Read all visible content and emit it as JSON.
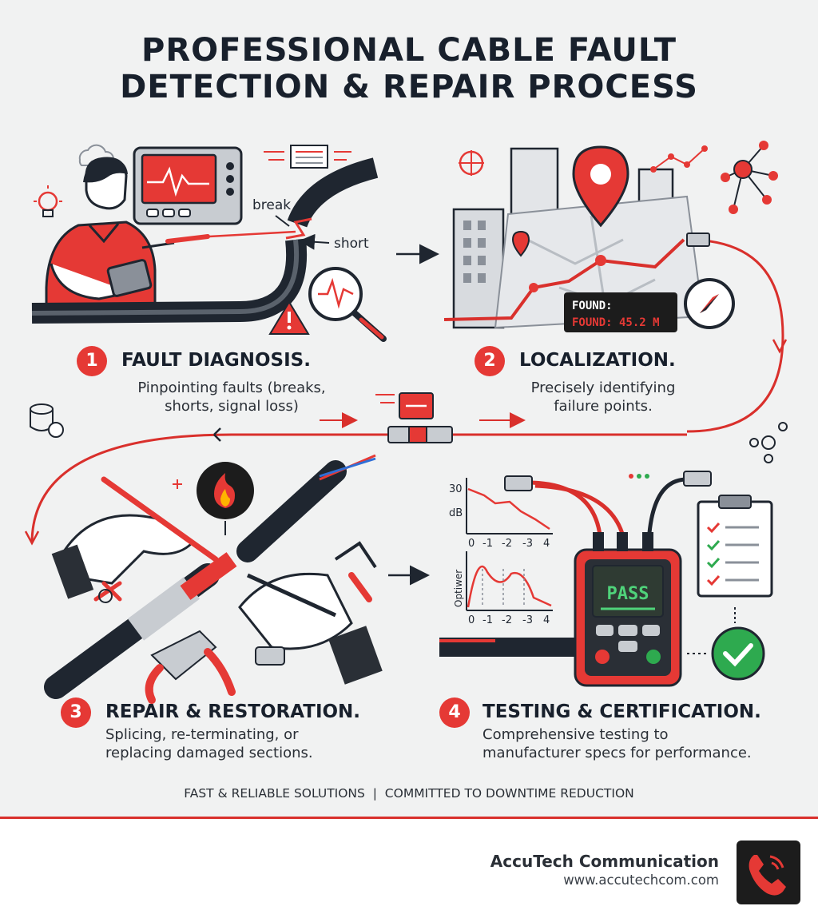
{
  "title": {
    "line1": "PROFESSIONAL CABLE FAULT",
    "line2": "DETECTION & REPAIR PROCESS"
  },
  "callouts": {
    "break": "break",
    "short": "short"
  },
  "localization_screen": {
    "line1": "FOUND:",
    "line2": "FOUND: 45.2 M"
  },
  "test_screen": "PASS",
  "graph_top": {
    "tick_top": "30",
    "unit": "dB",
    "ticks": [
      "0",
      "-1",
      "-2",
      "-3",
      "4"
    ]
  },
  "graph_bottom": {
    "unit": "Optiwer",
    "ticks": [
      "0",
      "-1",
      "-2",
      "-3",
      "4"
    ]
  },
  "steps": [
    {
      "number": "1",
      "title": "FAULT DIAGNOSIS.",
      "desc_line1": "Pinpointing faults (breaks,",
      "desc_line2": "shorts, signal loss)"
    },
    {
      "number": "2",
      "title": "LOCALIZATION.",
      "desc_line1": "Precisely identifying",
      "desc_line2": "failure points."
    },
    {
      "number": "3",
      "title": "REPAIR & RESTORATION.",
      "desc_line1": "Splicing, re-terminating, or",
      "desc_line2": "replacing damaged sections."
    },
    {
      "number": "4",
      "title": "TESTING & CERTIFICATION.",
      "desc_line1": "Comprehensive testing to",
      "desc_line2": "manufacturer specs for performance."
    }
  ],
  "tagline": "FAST & RELIABLE SOLUTIONS  |  COMMITTED TO DOWNTIME REDUCTION",
  "footer": {
    "company": "AccuTech Communication",
    "url": "www.accutechcom.com"
  },
  "colors": {
    "accent": "#e53935",
    "dark": "#18202c",
    "pass_green": "#2eaa4f"
  },
  "icons": [
    "phone-icon",
    "warning-icon",
    "magnifier-icon",
    "map-pin-icon",
    "compass-icon",
    "flame-icon",
    "checkmark-icon",
    "clipboard-icon",
    "database-icon",
    "network-icon",
    "lightbulb-icon",
    "cloud-icon"
  ]
}
